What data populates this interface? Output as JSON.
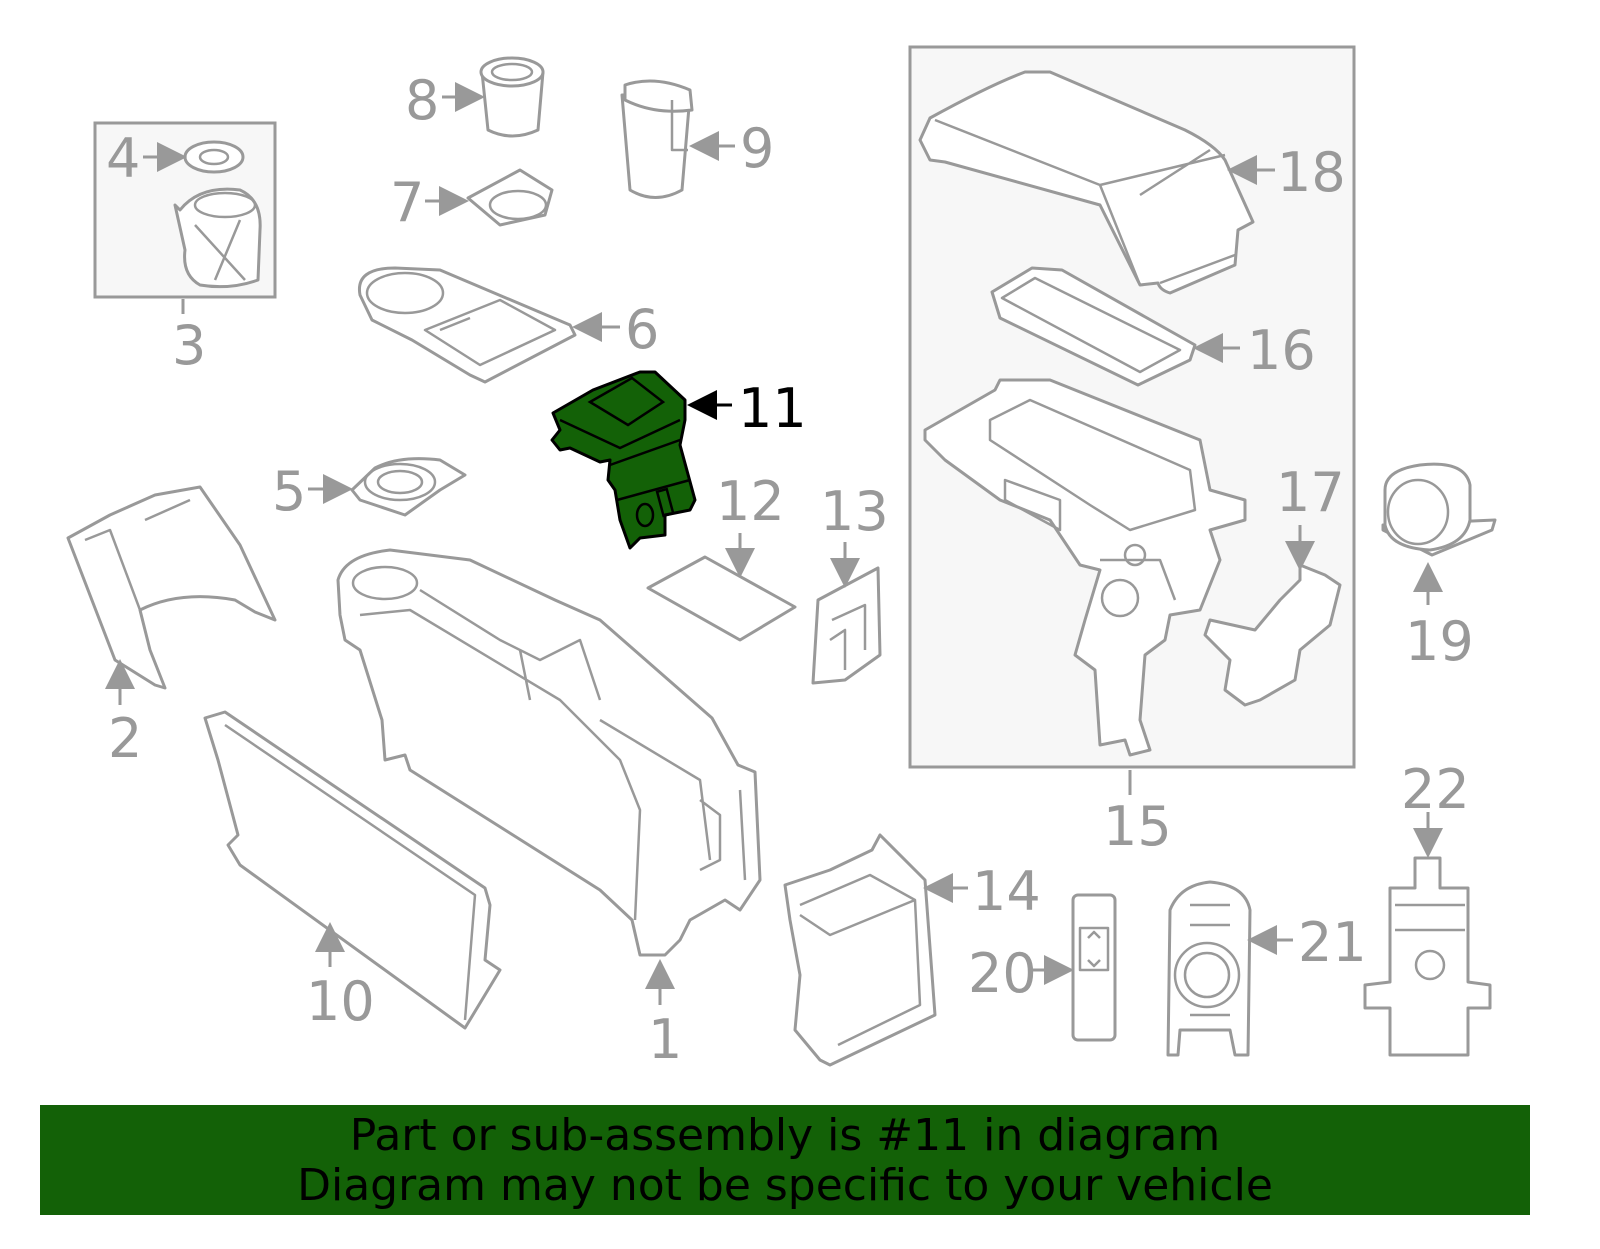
{
  "diagram": {
    "highlighted_part": "11",
    "highlight_color": "#136107",
    "callouts": {
      "p1": "1",
      "p2": "2",
      "p3": "3",
      "p4": "4",
      "p5": "5",
      "p6": "6",
      "p7": "7",
      "p8": "8",
      "p9": "9",
      "p10": "10",
      "p11": "11",
      "p12": "12",
      "p13": "13",
      "p14": "14",
      "p15": "15",
      "p16": "16",
      "p17": "17",
      "p18": "18",
      "p19": "19",
      "p20": "20",
      "p21": "21",
      "p22": "22"
    }
  },
  "banner": {
    "line1": "Part or sub-assembly is #11 in diagram",
    "line2": "Diagram may not be specific to your vehicle",
    "color": "#136107"
  }
}
